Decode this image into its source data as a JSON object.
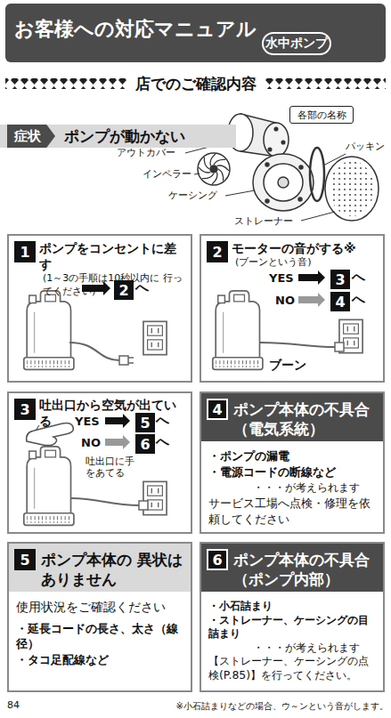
{
  "diagram": {
    "nodes": [
      {
        "text": [
          "お客様への対応マニュアル"
        ]
      },
      {
        "text": [
          "水中ポンプ"
        ],
        "in": 0
      },
      {
        "text": [
          "ポンプが動かない"
        ]
      },
      {
        "text": [
          "症状"
        ],
        "in": 2
      },
      {
        "text": [
          "各部の名称"
        ]
      },
      {
        "text": [
          "ポンプをコンセントに差す",
          "(1～3の手順は10秒以内に 行ってください)"
        ]
      },
      {
        "text": [
          "1"
        ],
        "in": 5
      },
      {
        "text": [
          "2"
        ],
        "in": 5
      },
      {
        "text": [
          "モーターの音がする※",
          "(ブーンという音)"
        ]
      },
      {
        "text": [
          "2"
        ],
        "in": 8
      },
      {
        "text": [
          "3"
        ],
        "in": 8
      },
      {
        "text": [
          "4"
        ],
        "in": 8
      },
      {
        "text": [
          "吐出口から空気が出ている"
        ]
      },
      {
        "text": [
          "3"
        ],
        "in": 12
      },
      {
        "text": [
          "5"
        ],
        "in": 12
      },
      {
        "text": [
          "6"
        ],
        "in": 12
      },
      {
        "text": [
          "ポンプ本体の不具合 （電気系統）",
          "・ポンプの漏電",
          "・電源コードの断線など",
          "・・・が考えられます",
          "サービス工場へ点検・修理を依頼してください"
        ]
      },
      {
        "text": [
          "4"
        ],
        "in": 16
      },
      {
        "text": [
          "ポンプ本体の 異状はありません",
          "使用状況をご確認ください",
          "・延長コードの長さ、太さ（線径）",
          "・タコ足配線など"
        ]
      },
      {
        "text": [
          "5"
        ],
        "in": 18
      },
      {
        "text": [
          "ポンプ本体の不具合 （ポンプ内部）",
          "・小石詰まり",
          "・ストレーナー、ケーシングの目詰まり",
          "・・・が考えられます",
          "【ストレーナー、ケーシングの点検(P.85)】を行ってください。"
        ]
      },
      {
        "text": [
          "6"
        ],
        "in": 20
      }
    ],
    "labels": [
      "店でのご確認内容",
      "アウトカバー",
      "インペラー",
      "ケーシング",
      "ストレーナー",
      "パッキン",
      "へ",
      "YES",
      "へ",
      "NO",
      "へ",
      "ブーン",
      "YES",
      "へ",
      "NO",
      "へ",
      "吐出口に手をあてる",
      "84",
      "※小石詰まりなどの場合、ウ～ンという音がします。"
    ]
  }
}
